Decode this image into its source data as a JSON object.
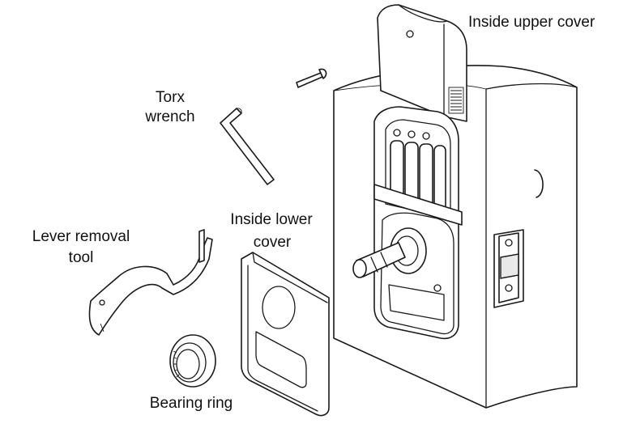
{
  "diagram": {
    "labels": {
      "inside_upper_cover": "Inside upper cover",
      "torx_wrench_line1": "Torx",
      "torx_wrench_line2": "wrench",
      "lever_tool_line1": "Lever removal",
      "lever_tool_line2": "tool",
      "inside_lower_line1": "Inside lower",
      "inside_lower_line2": "cover",
      "bearing_ring": "Bearing ring"
    }
  }
}
